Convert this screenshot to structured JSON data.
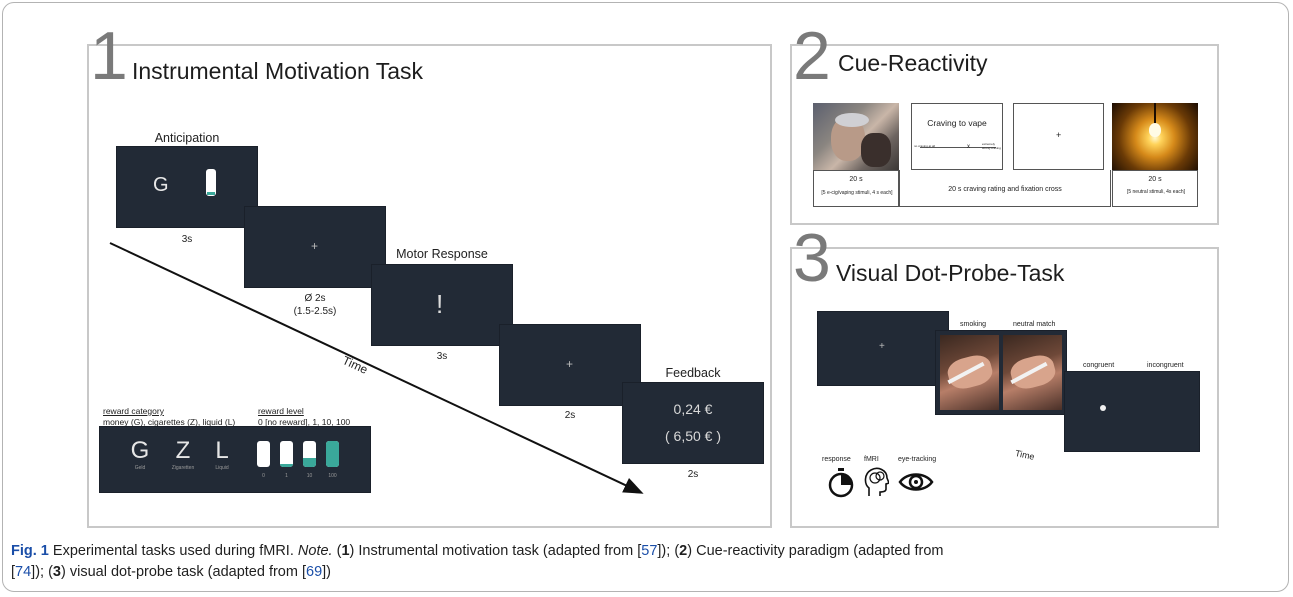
{
  "panel1": {
    "number": "1",
    "title": "Instrumental Motivation Task",
    "anticipation_label": "Anticipation",
    "anticipation_letter": "G",
    "anticipation_duration": "3s",
    "fixation_symbol": "+",
    "fixation_duration": "Ø 2s",
    "fixation_range": "(1.5-2.5s)",
    "motor_label": "Motor Response",
    "motor_symbol": "!",
    "motor_duration": "3s",
    "fixation2_symbol": "+",
    "fixation2_duration": "2s",
    "feedback_label": "Feedback",
    "feedback_value": "0,24 €",
    "feedback_total": "( 6,50 € )",
    "feedback_duration": "2s",
    "time_label": "Time",
    "reward_category_title": "reward category",
    "reward_category_desc": "money (G), cigarettes (Z), liquid (L)",
    "reward_level_title": "reward level",
    "reward_level_desc": "0 [no reward], 1, 10, 100",
    "letters": [
      {
        "letter": "G",
        "sub": "Geld"
      },
      {
        "letter": "Z",
        "sub": "Zigaretten"
      },
      {
        "letter": "L",
        "sub": "Liquid"
      }
    ],
    "levels": [
      {
        "label": "0",
        "fill": 0.0
      },
      {
        "label": "1",
        "fill": 0.1
      },
      {
        "label": "10",
        "fill": 0.35
      },
      {
        "label": "100",
        "fill": 1.0
      }
    ],
    "accent": "#3aa89a"
  },
  "panel2": {
    "number": "2",
    "title": "Cue-Reactivity",
    "rating_title": "Craving to vape",
    "rating_left": "no craving at all",
    "rating_right": "extremely strong craving",
    "fix_symbol": "+",
    "left_duration": "20 s",
    "left_desc": "[5 e-cig/vaping stimuli, 4 s each]",
    "mid_desc": "20 s craving rating and fixation cross",
    "right_duration": "20 s",
    "right_desc": "[5 neutral stimuli, 4s each]"
  },
  "panel3": {
    "number": "3",
    "title": "Visual Dot-Probe-Task",
    "fix_symbol": "+",
    "smoking_label": "smoking",
    "neutral_label": "neutral match",
    "congruent_label": "congruent",
    "incongruent_label": "incongruent",
    "time_label": "Time",
    "icons": [
      {
        "label": "response",
        "icon": "stopwatch-icon"
      },
      {
        "label": "fMRI",
        "icon": "brain-head-icon"
      },
      {
        "label": "eye-tracking",
        "icon": "eye-icon"
      }
    ]
  },
  "caption": {
    "fig": "Fig. 1",
    "text1": "  Experimental tasks used during fMRI. ",
    "note": "Note.",
    "p1": " (",
    "n1": "1",
    "p2": ") Instrumental motivation task (adapted from [",
    "r1": "57",
    "p3": "]); (",
    "n2": "2",
    "p4": ") Cue-reactivity paradigm (adapted from",
    "p5": "[",
    "r2": "74",
    "p6": "]); (",
    "n3": "3",
    "p7": ") visual dot-probe task (adapted from [",
    "r3": "69",
    "p8": "])"
  }
}
